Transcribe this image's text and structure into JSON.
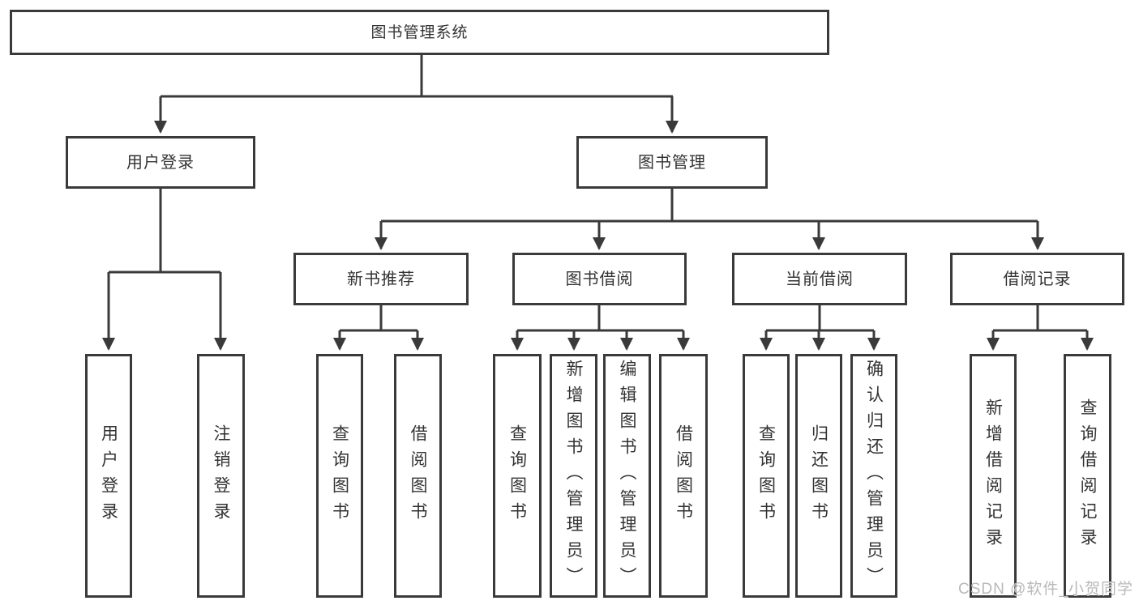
{
  "tree": {
    "root": {
      "label": "图书管理系统"
    },
    "level2": [
      {
        "label": "用户登录",
        "children": [
          {
            "label": "用户登录"
          },
          {
            "label": "注销登录"
          }
        ]
      },
      {
        "label": "图书管理",
        "children": [
          {
            "label": "新书推荐",
            "children": [
              {
                "label": "查询图书"
              },
              {
                "label": "借阅图书"
              }
            ]
          },
          {
            "label": "图书借阅",
            "children": [
              {
                "label": "查询图书"
              },
              {
                "label": "新增图书（管理员）"
              },
              {
                "label": "编辑图书（管理员）"
              },
              {
                "label": "借阅图书"
              }
            ]
          },
          {
            "label": "当前借阅",
            "children": [
              {
                "label": "查询图书"
              },
              {
                "label": "归还图书"
              },
              {
                "label": "确认归还（管理员）"
              }
            ]
          },
          {
            "label": "借阅记录",
            "children": [
              {
                "label": "新增借阅记录"
              },
              {
                "label": "查询借阅记录"
              }
            ]
          }
        ]
      }
    ]
  },
  "watermark": {
    "text": "CSDN @软件_小贺同学"
  },
  "colors": {
    "line": "#3a3a3a",
    "text": "#333333",
    "watermark": "#b9b9b9",
    "background": "#ffffff"
  }
}
